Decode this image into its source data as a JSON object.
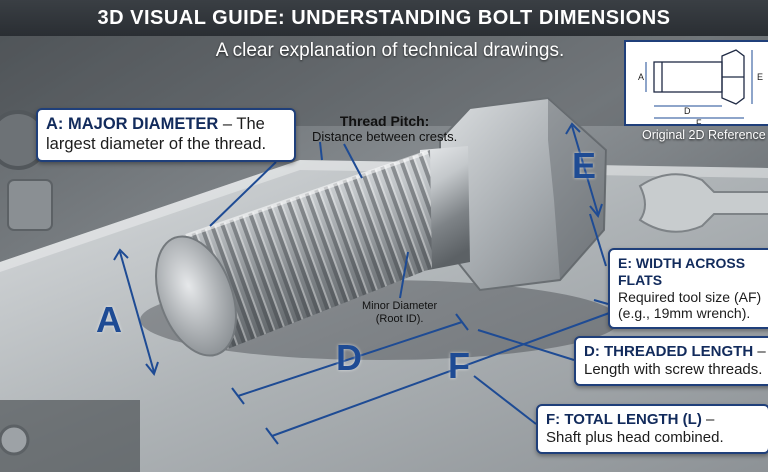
{
  "title": "3D VISUAL GUIDE: UNDERSTANDING BOLT DIMENSIONS",
  "subtitle": "A clear explanation of technical drawings.",
  "callouts": {
    "major_diameter": {
      "heading": "A: MAJOR DIAMETER",
      "text": " – The largest diameter of the thread."
    },
    "width_across_flats": {
      "heading": "E: WIDTH ACROSS FLATS",
      "line1": "Required tool size (AF)",
      "line2": "(e.g., 19mm wrench)."
    },
    "threaded_length": {
      "heading": "D: THREADED LENGTH",
      "dash": " –",
      "text": "Length with screw threads."
    },
    "total_length": {
      "heading": "F: TOTAL LENGTH (L)",
      "dash": " –",
      "text": "Shaft plus head combined."
    }
  },
  "notes": {
    "thread_pitch": {
      "heading": "Thread Pitch:",
      "text": "Distance between crests."
    },
    "minor_diameter": {
      "line1": "Minor Diameter",
      "line2": "(Root ID)."
    }
  },
  "letters": {
    "a": "A",
    "d": "D",
    "e": "E",
    "f": "F"
  },
  "reference": {
    "caption": "Original 2D Reference",
    "label_a": "A",
    "label_d": "D",
    "label_f": "F",
    "label_e": "E"
  },
  "colors": {
    "accent": "#1e4b94",
    "callout_border": "#1f3f7a",
    "title_bar": "#2f3439"
  }
}
